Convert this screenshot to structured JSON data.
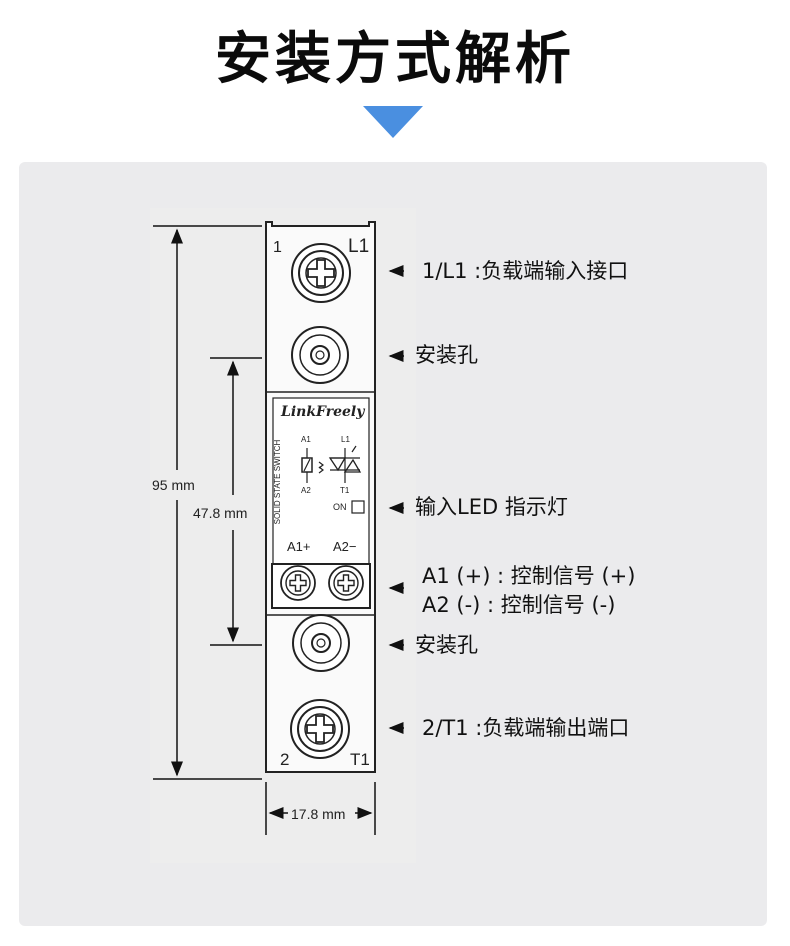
{
  "header": {
    "title": "安装方式解析"
  },
  "device": {
    "brand": "LinkFreely",
    "side_text": "SOLID STATE SWITCH",
    "top_left": "1",
    "top_right": "L1",
    "bottom_left": "2",
    "bottom_right": "T1",
    "sym_a1": "A1",
    "sym_a2": "A2",
    "sym_l1": "L1",
    "sym_t1": "T1",
    "on_label": "ON",
    "term_a1": "A1+",
    "term_a2": "A2−"
  },
  "dimensions": {
    "height_total": "95 mm",
    "height_mount": "47.8 mm",
    "width": "17.8 mm"
  },
  "callouts": {
    "input_terminal": "1/L1 :负载端输入接口",
    "mount_hole_top": "安装孔",
    "led": "输入LED 指示灯",
    "a1": "A1 (+) : 控制信号 (+)",
    "a2": "A2 (-) :  控制信号 (-)",
    "mount_hole_bottom": "安装孔",
    "output_terminal": "2/T1 :负载端输出端口"
  },
  "colors": {
    "accent_arrow": "#4a8fe0",
    "panel": "#ebebed"
  }
}
